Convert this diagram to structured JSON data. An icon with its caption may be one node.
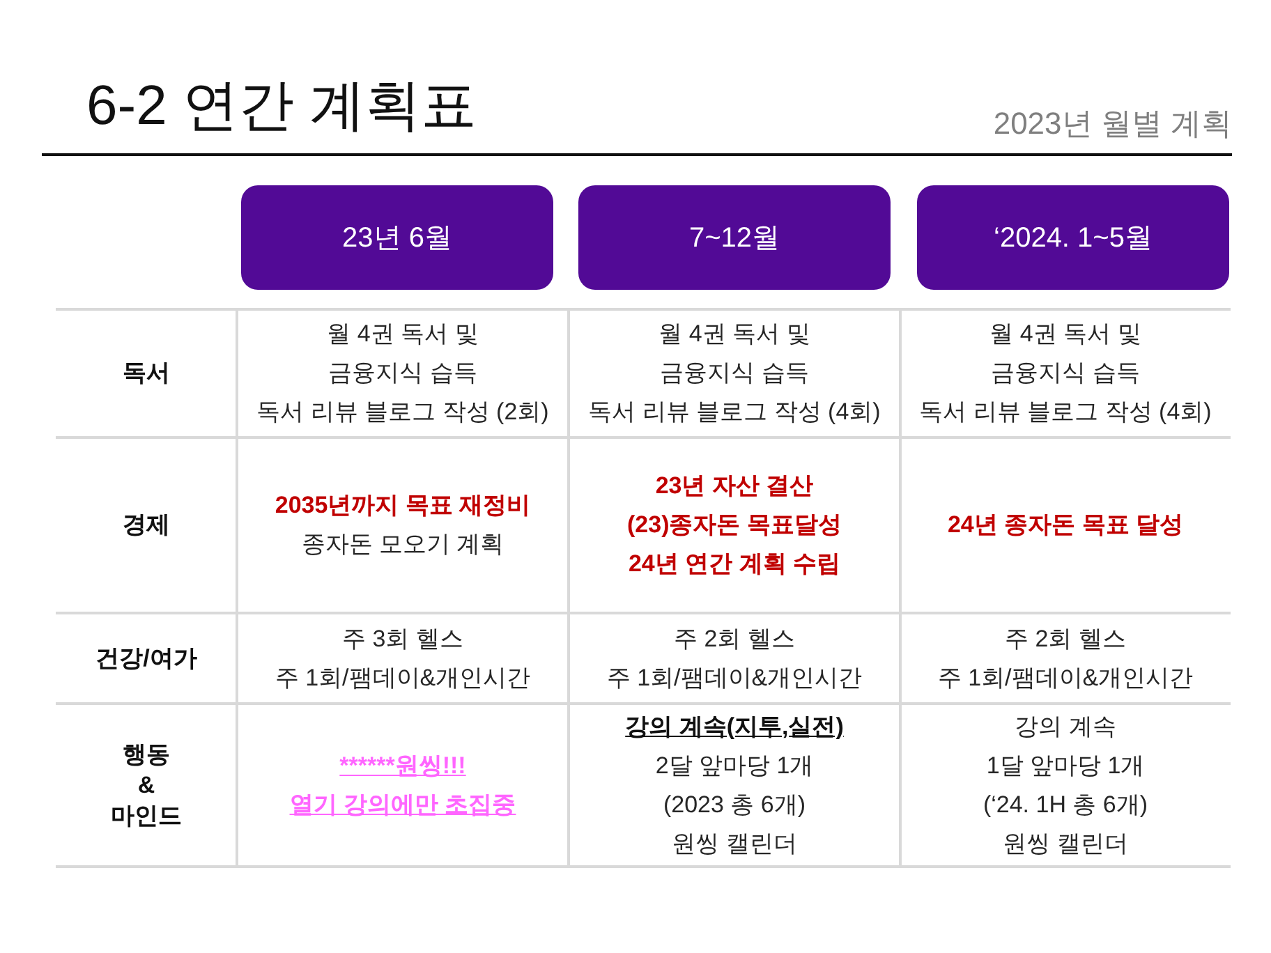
{
  "diagram": {
    "title": "6-2 연간 계획표",
    "nodes": [
      {
        "text": [
          "23년 6월"
        ]
      },
      {
        "text": [
          "7~12월"
        ]
      },
      {
        "text": [
          "‘2024. 1~5월"
        ]
      }
    ],
    "edges": [],
    "labels": [
      "2023년 월별 계획",
      "독서",
      "월 4권 독서 및",
      "금융지식 습득",
      "독서 리뷰 블로그 작성 (2회)",
      "월 4권 독서 및",
      "금융지식 습득",
      "독서 리뷰 블로그 작성 (4회)",
      "월 4권 독서 및",
      "금융지식 습득",
      "독서 리뷰 블로그 작성 (4회)",
      "경제",
      "2035년까지 목표 재정비",
      "종자돈 모오기 계획",
      "23년 자산 결산",
      "(23)종자돈 목표달성",
      "24년 연간 계획 수립",
      "24년 종자돈 목표 달성",
      "건강/여가",
      "주 3회 헬스",
      "주 1회/팸데이&개인시간",
      "주 2회 헬스",
      "주 1회/팸데이&개인시간",
      "주 2회 헬스",
      "주 1회/팸데이&개인시간",
      "행동",
      "&",
      "마인드",
      "******원씽!!!",
      "열기 강의에만 초집중",
      "강의 계속(지투,실전)",
      "2달 앞마당 1개",
      "(2023 총 6개)",
      "원씽 캘린더",
      "강의 계속",
      "1달 앞마당 1개",
      "(‘24. 1H 총 6개)",
      "원씽 캘린더"
    ]
  }
}
